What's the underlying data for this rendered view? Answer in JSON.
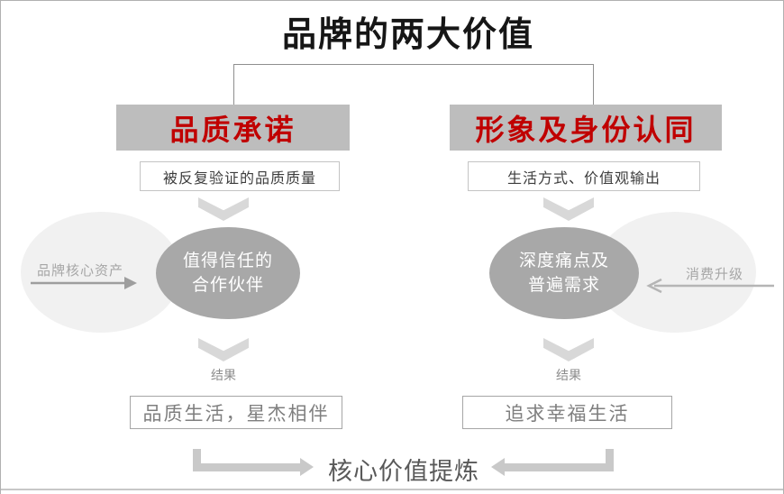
{
  "page": {
    "title": "品牌的两大价值"
  },
  "left": {
    "header": "品质承诺",
    "sub": "被反复验证的品质质量",
    "ellipse_line1": "值得信任的",
    "ellipse_line2": "合作伙伴",
    "side_label": "品牌核心资产",
    "result_label": "结果",
    "result": "品质生活，星杰相伴"
  },
  "right": {
    "header": "形象及身份认同",
    "sub": "生活方式、价值观输出",
    "ellipse_line1": "深度痛点及",
    "ellipse_line2": "普遍需求",
    "side_label": "消费升级",
    "result_label": "结果",
    "result": "追求幸福生活"
  },
  "footer": {
    "label": "核心价值提炼"
  },
  "colors": {
    "header_bg": "#bdbdbd",
    "header_text": "#c00000",
    "dark_ellipse": "#a8a8a8",
    "light_ellipse": "#f1f1f1",
    "chevron": "#d8d8d8",
    "muted_text": "#8c8c8c",
    "arrow_gray": "#c9c9c9",
    "line_gray": "#8f8f8f"
  }
}
